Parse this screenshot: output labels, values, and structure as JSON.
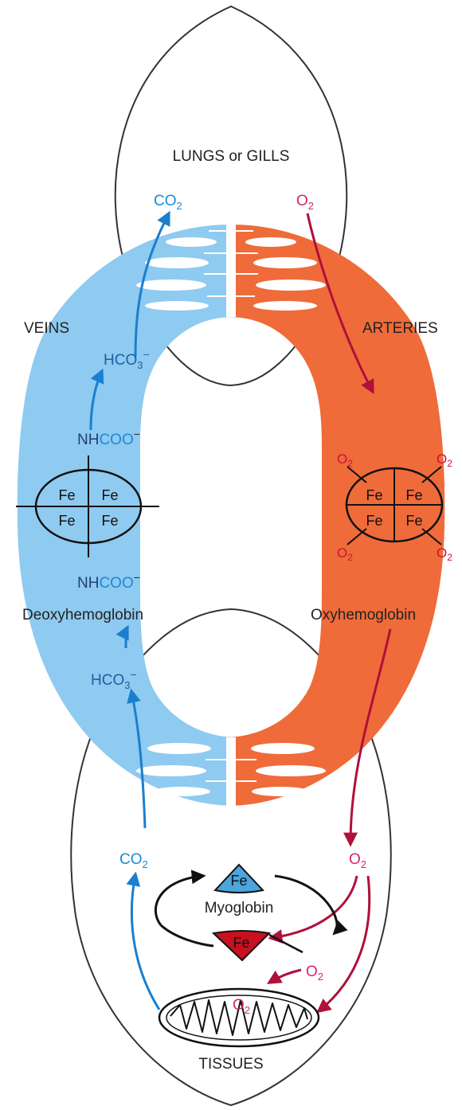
{
  "labels": {
    "lungs": "LUNGS or GILLS",
    "veins": "VEINS",
    "arteries": "ARTERIES",
    "tissues": "TISSUES",
    "deoxy": "Deoxyhemoglobin",
    "oxy": "Oxyhemoglobin",
    "myoglobin": "Myoglobin"
  },
  "chem": {
    "co2": "CO",
    "o2": "O",
    "sub2": "2",
    "sub3": "3",
    "hco3_h": "H",
    "hco3_co": "CO",
    "minus": "−",
    "nh": "NH",
    "coo": "COO",
    "fe": "Fe"
  },
  "colors": {
    "venous": "#8fcaf0",
    "arterial": "#ef6b3a",
    "co2_text": "#1a8ad8",
    "o2_text": "#d6246e",
    "myoglobin_deoxy": "#4aa6dc",
    "myoglobin_oxy": "#c8101e",
    "outline": "#333333"
  }
}
